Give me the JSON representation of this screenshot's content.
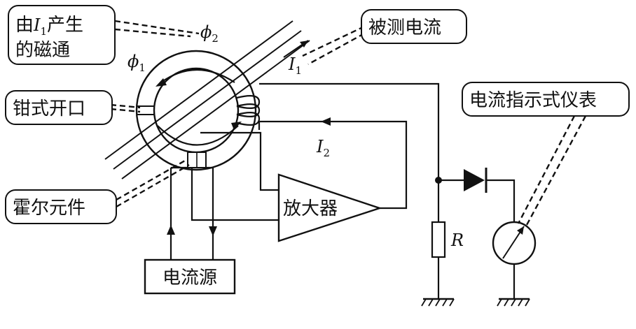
{
  "callouts": {
    "flux_line1_prefix": "由",
    "flux_line1_var": "I",
    "flux_line1_sub": "1",
    "flux_line1_suffix": "产生",
    "flux_line2": "的磁通",
    "measured_current": "被测电流",
    "clamp_opening": "钳式开口",
    "hall_element": "霍尔元件",
    "indicator_meter": "电流指示式仪表"
  },
  "labels": {
    "phi1_symbol": "ϕ",
    "phi1_sub": "1",
    "phi2_symbol": "ϕ",
    "phi2_sub": "2",
    "i1_symbol": "I",
    "i1_sub": "1",
    "i2_symbol": "I",
    "i2_sub": "2",
    "resistor": "R"
  },
  "blocks": {
    "amplifier": "放大器",
    "current_source": "电流源"
  }
}
